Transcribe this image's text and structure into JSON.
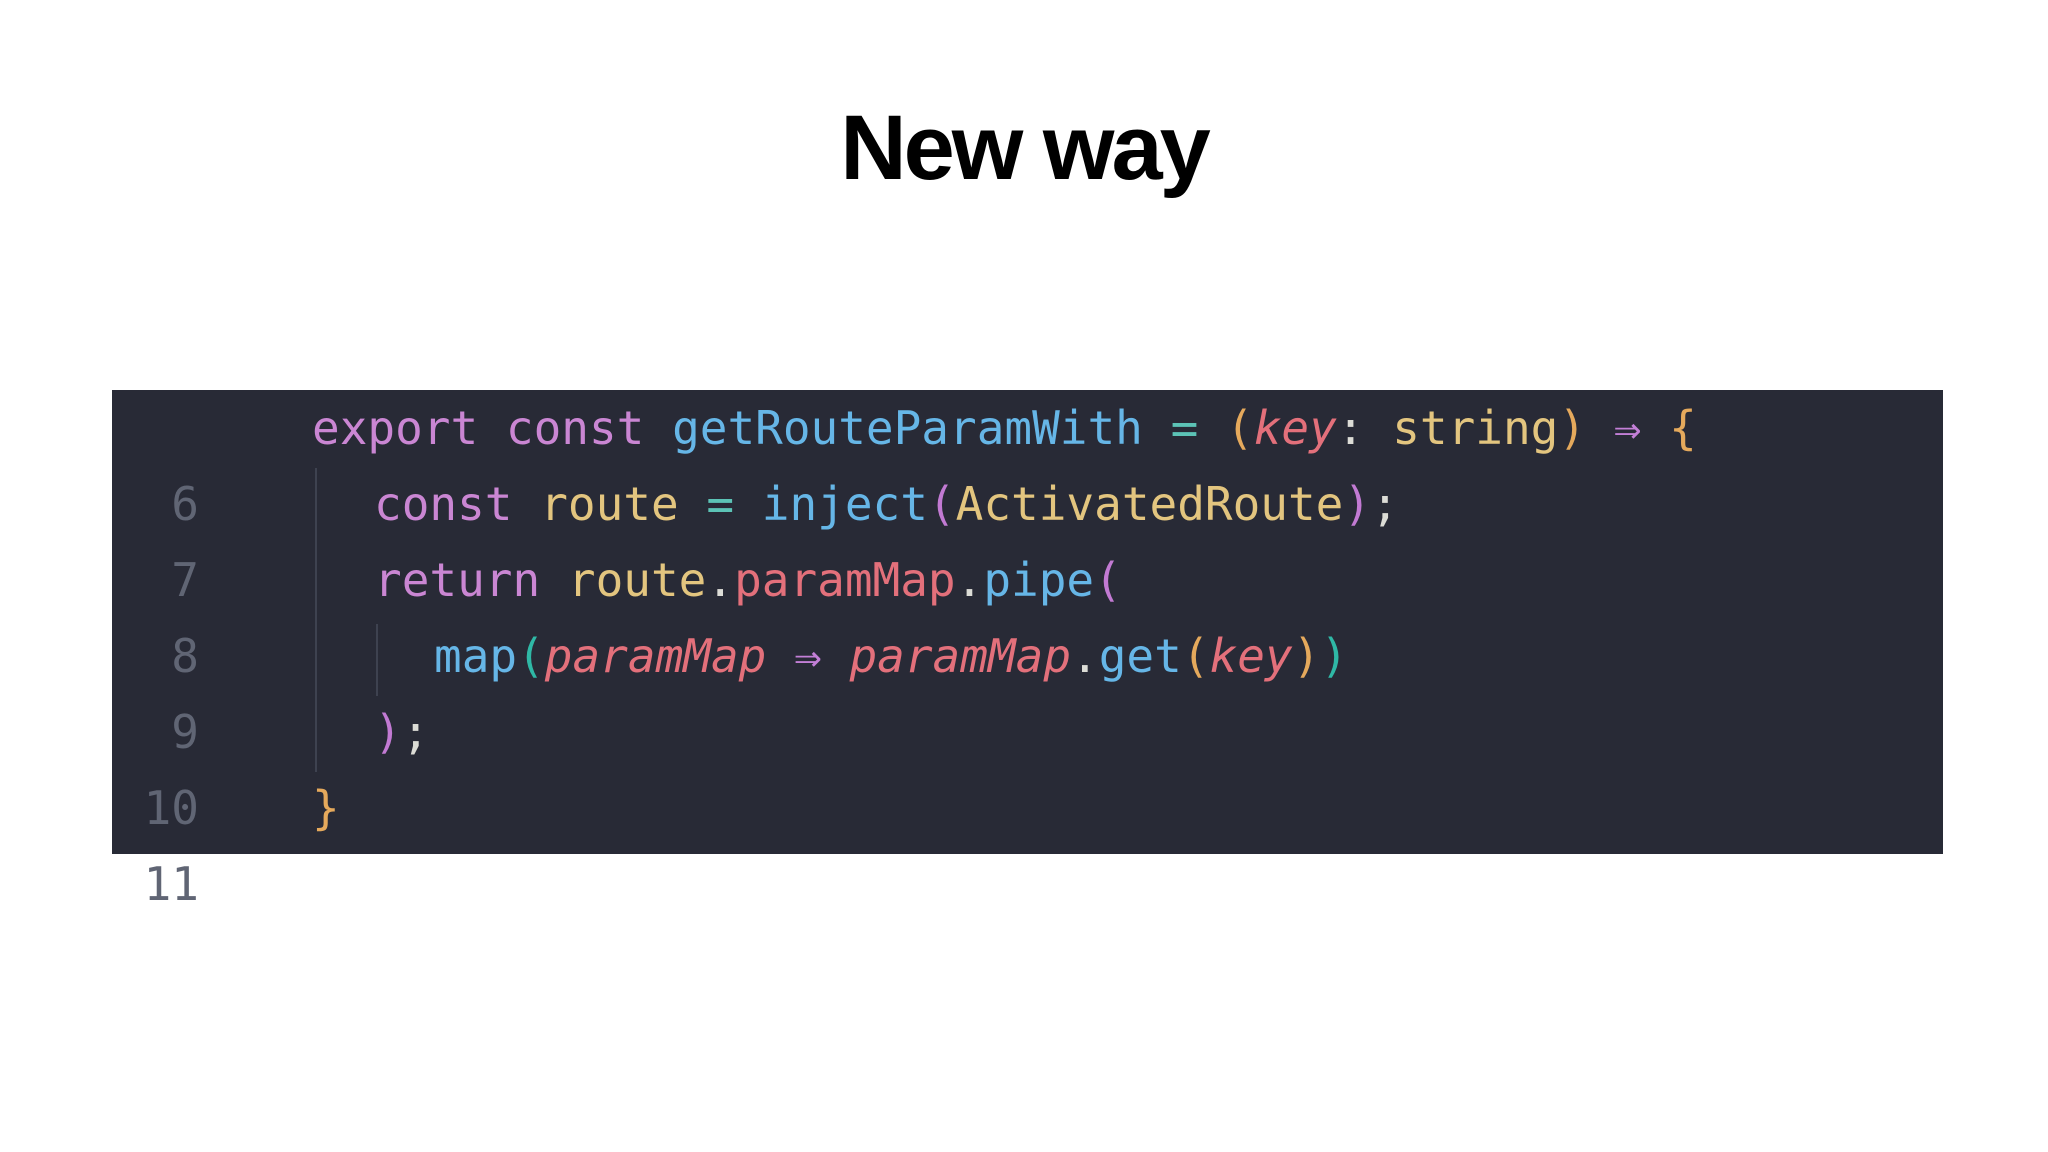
{
  "slide": {
    "title": "New way"
  },
  "code": {
    "lines": [
      {
        "number": "6",
        "tokens": [
          "export",
          " ",
          "const",
          " ",
          "getRouteParamWith",
          " ",
          "=",
          " ",
          "(",
          "key",
          ":",
          " ",
          "string",
          ")",
          " ",
          "⇒",
          " ",
          "{"
        ]
      },
      {
        "number": "7",
        "tokens": [
          "const",
          " ",
          "route",
          " ",
          "=",
          " ",
          "inject",
          "(",
          "ActivatedRoute",
          ")",
          ";"
        ]
      },
      {
        "number": "8",
        "tokens": [
          "return",
          " ",
          "route",
          ".",
          "paramMap",
          ".",
          "pipe",
          "("
        ]
      },
      {
        "number": "9",
        "tokens": [
          "map",
          "(",
          "paramMap",
          " ",
          "⇒",
          " ",
          "paramMap",
          ".",
          "get",
          "(",
          "key",
          ")",
          ")"
        ]
      },
      {
        "number": "10",
        "tokens": [
          ")",
          ";"
        ]
      },
      {
        "number": "11",
        "tokens": [
          "}"
        ]
      }
    ]
  },
  "colors": {
    "code_background": "#282a36",
    "keyword": "#ca86d3",
    "function": "#66b6e7",
    "identifier": "#e3c57f",
    "parameter": "#e3707b",
    "line_number": "#606574"
  }
}
